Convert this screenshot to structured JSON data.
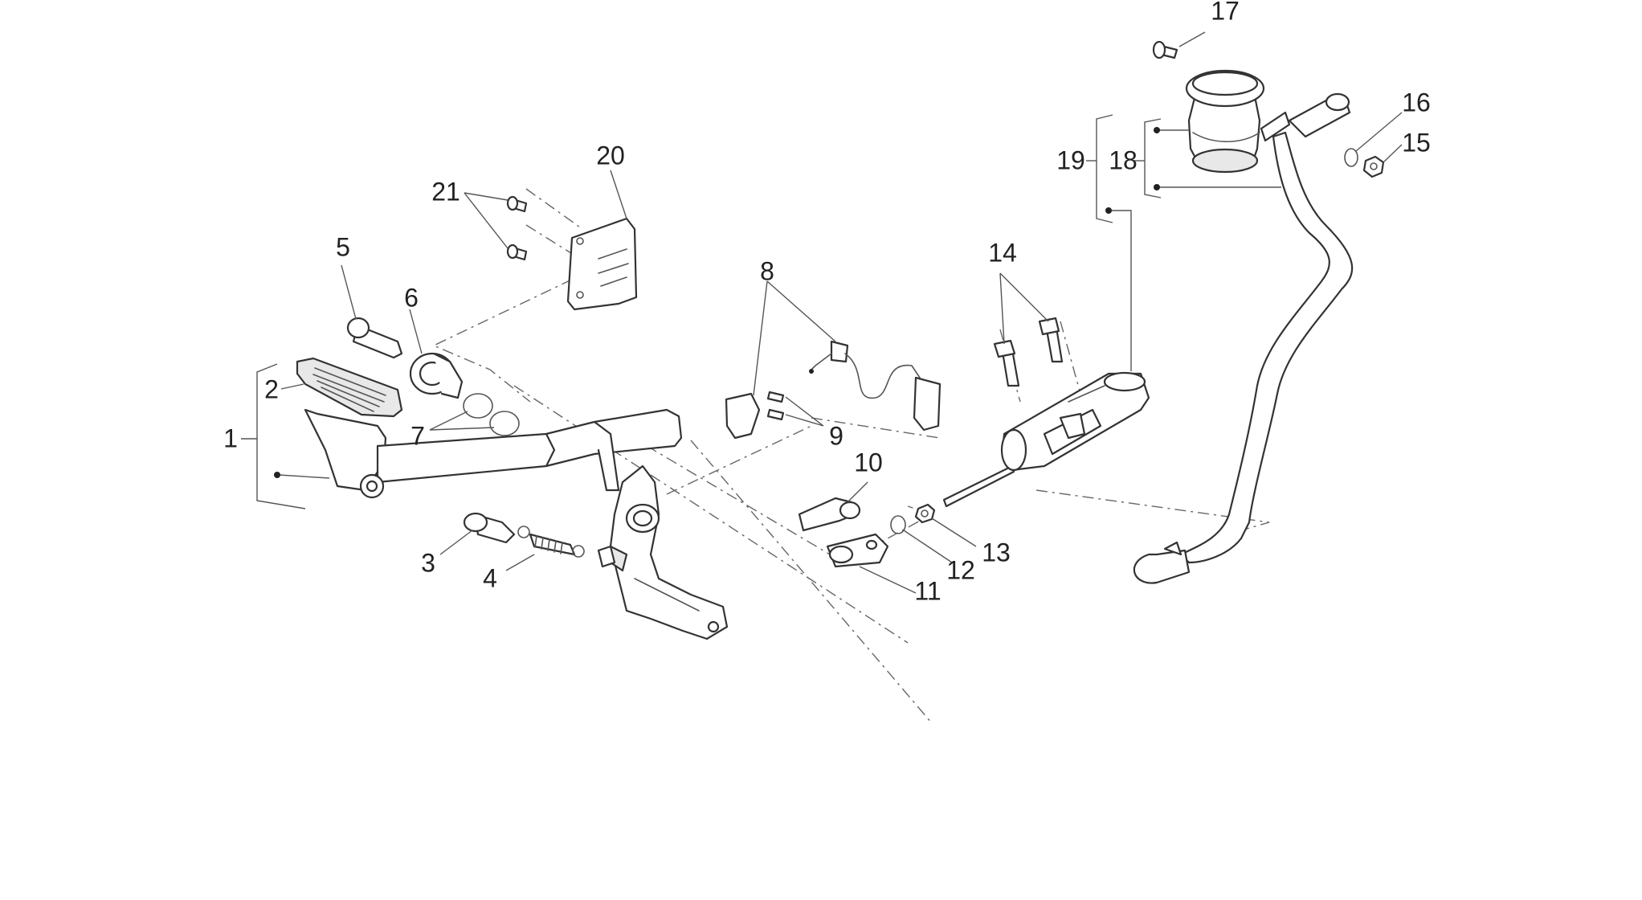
{
  "callouts": [
    {
      "num": "1"
    },
    {
      "num": "2"
    },
    {
      "num": "3"
    },
    {
      "num": "4"
    },
    {
      "num": "5"
    },
    {
      "num": "6"
    },
    {
      "num": "7"
    },
    {
      "num": "8"
    },
    {
      "num": "9"
    },
    {
      "num": "10"
    },
    {
      "num": "11"
    },
    {
      "num": "12"
    },
    {
      "num": "13"
    },
    {
      "num": "14"
    },
    {
      "num": "15"
    },
    {
      "num": "16"
    },
    {
      "num": "17"
    },
    {
      "num": "18"
    },
    {
      "num": "19"
    },
    {
      "num": "20"
    },
    {
      "num": "21"
    }
  ],
  "colors": {
    "line": "#333333",
    "background": "#ffffff"
  }
}
